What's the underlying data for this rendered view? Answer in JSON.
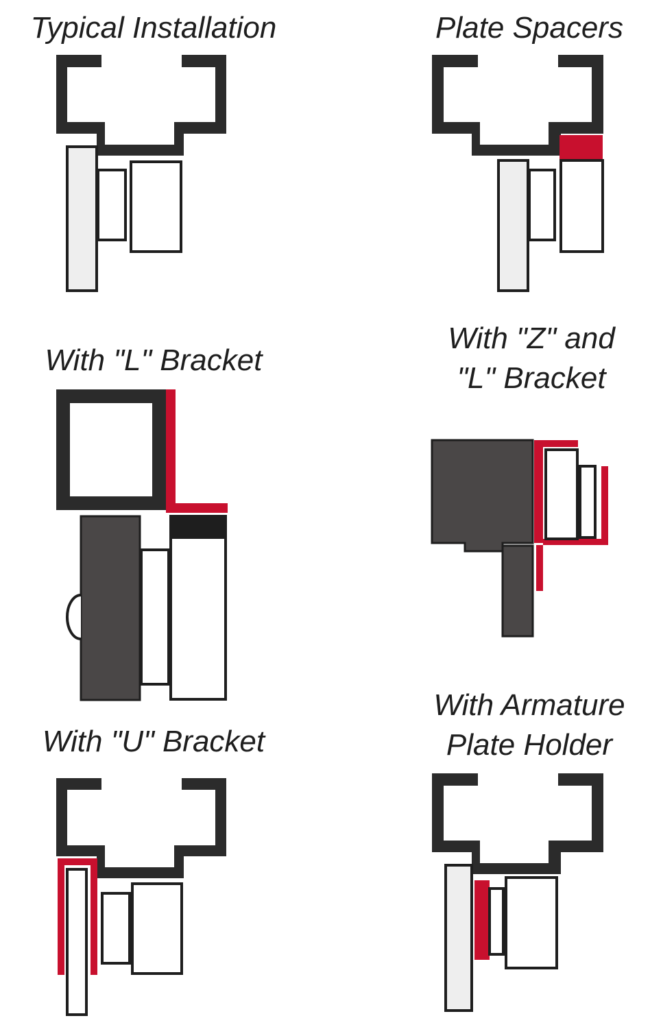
{
  "colors": {
    "dark": "#2b2b2b",
    "fill_dark": "#4a4747",
    "light_grey": "#eeeeee",
    "accent_red": "#c8102e",
    "background": "#ffffff"
  },
  "captions": {
    "typical": "Typical Installation",
    "plate_spacers": "Plate Spacers",
    "l_bracket": "With \"L\" Bracket",
    "zl_bracket_line1": "With \"Z\" and",
    "zl_bracket_line2": "\"L\" Bracket",
    "u_bracket": "With \"U\" Bracket",
    "armature_line1": "With Armature",
    "armature_line2": "Plate Holder"
  }
}
